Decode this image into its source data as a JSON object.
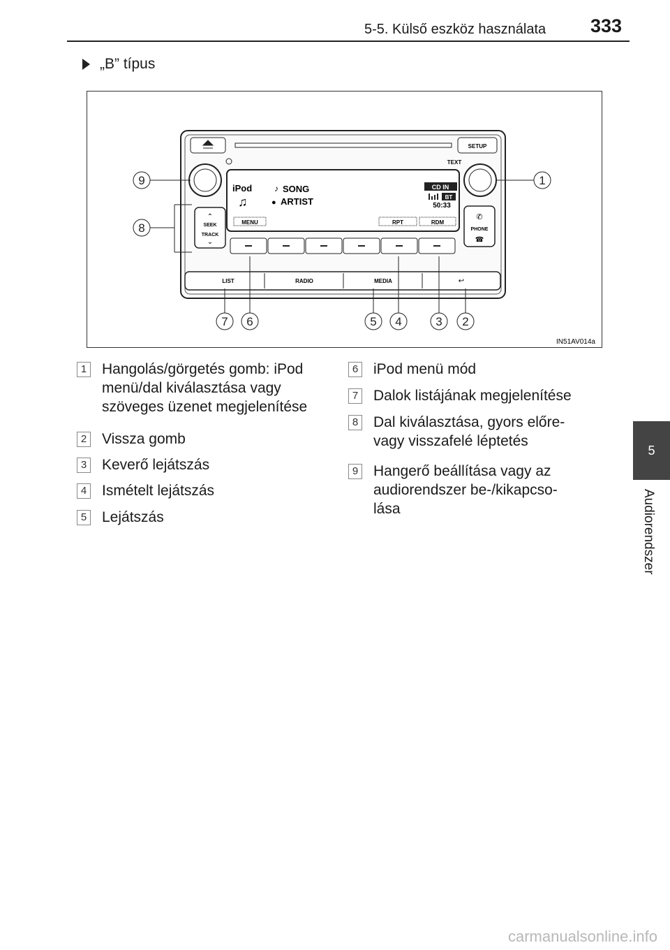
{
  "header": {
    "section": "5-5. Külső eszköz használata",
    "page": "333"
  },
  "side_tab": {
    "number": "5",
    "label": "Audiorendszer"
  },
  "subheading": "„B” típus",
  "figure": {
    "code": "IN51AV014a",
    "display": {
      "source": "iPod",
      "song": "SONG",
      "artist": "ARTIST",
      "cd_in": "CD IN",
      "bt": "BT",
      "time": "50:33"
    },
    "buttons": {
      "setup": "SETUP",
      "text": "TEXT",
      "menu": "MENU",
      "rpt": "RPT",
      "rdm": "RDM",
      "phone": "PHONE",
      "seek": "SEEK",
      "track": "TRACK",
      "list": "LIST",
      "radio": "RADIO",
      "media": "MEDIA"
    },
    "callouts": [
      "1",
      "2",
      "3",
      "4",
      "5",
      "6",
      "7",
      "8",
      "9"
    ]
  },
  "items_left": [
    {
      "n": "1",
      "text": "Hangolás/görgetés gomb: iPod menü/dal kiválasztása vagy szöveges üzenet megjelenítése"
    },
    {
      "n": "2",
      "text": "Vissza gomb"
    },
    {
      "n": "3",
      "text": "Keverő lejátszás"
    },
    {
      "n": "4",
      "text": "Ismételt lejátszás"
    },
    {
      "n": "5",
      "text": "Lejátszás"
    }
  ],
  "items_right": [
    {
      "n": "6",
      "text": "iPod menü mód"
    },
    {
      "n": "7",
      "text": "Dalok listájának megjelenítése"
    },
    {
      "n": "8",
      "text": "Dal kiválasztása, gyors előre- vagy visszafelé léptetés"
    },
    {
      "n": "9",
      "text": "Hangerő beállítása vagy az audiorendszer be-/kikapcso-lása"
    }
  ],
  "footer": "carmanualsonline.info"
}
